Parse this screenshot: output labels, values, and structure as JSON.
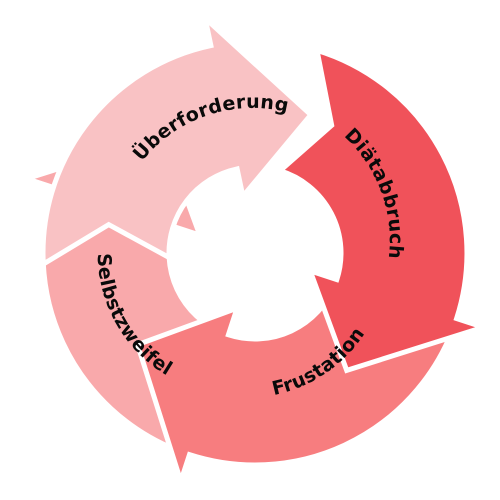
{
  "cycle": {
    "segments": [
      {
        "label": "Überforderung",
        "color": "#f9c2c4"
      },
      {
        "label": "Diätabbruch",
        "color": "#f0525a"
      },
      {
        "label": "Frustation",
        "color": "#f77d7f"
      },
      {
        "label": "Selbstzweifel",
        "color": "#f9a9ab"
      }
    ],
    "separator_color": "#ffffff"
  }
}
